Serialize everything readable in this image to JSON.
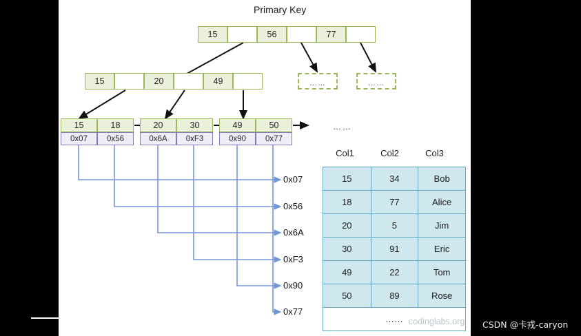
{
  "diagram": {
    "title": "Primary Key",
    "ellipsis": "……",
    "root_node": {
      "name": "root-node",
      "cells": [
        {
          "label": "15",
          "type": "key"
        },
        {
          "label": "",
          "type": "pointer"
        },
        {
          "label": "56",
          "type": "key"
        },
        {
          "label": "",
          "type": "pointer"
        },
        {
          "label": "77",
          "type": "key"
        },
        {
          "label": "",
          "type": "pointer"
        }
      ]
    },
    "internal_node": {
      "name": "internal-node",
      "cells": [
        {
          "label": "15",
          "type": "key"
        },
        {
          "label": "",
          "type": "pointer"
        },
        {
          "label": "20",
          "type": "key"
        },
        {
          "label": "",
          "type": "pointer"
        },
        {
          "label": "49",
          "type": "key"
        },
        {
          "label": "",
          "type": "pointer"
        }
      ]
    },
    "placeholder_nodes": [
      {
        "label": "……"
      },
      {
        "label": "……"
      }
    ],
    "leaf_nodes": [
      {
        "keys": [
          "15",
          "18"
        ],
        "pointers": [
          "0x07",
          "0x56"
        ]
      },
      {
        "keys": [
          "20",
          "30"
        ],
        "pointers": [
          "0x6A",
          "0xF3"
        ]
      },
      {
        "keys": [
          "49",
          "50"
        ],
        "pointers": [
          "0x90",
          "0x77"
        ]
      }
    ],
    "pointer_labels": [
      "0x07",
      "0x56",
      "0x6A",
      "0xF3",
      "0x90",
      "0x77"
    ],
    "colors": {
      "node_fill": "#eaf0da",
      "node_border": "#9ab95a",
      "pointer_fill": "#f1edf8",
      "pointer_border": "#8878be",
      "table_fill": "#cfe8ee",
      "table_border": "#5fa8bd",
      "link_line": "#7296d4",
      "arrow": "#111111",
      "canvas": "#ffffff",
      "backdrop": "#000000"
    }
  },
  "record_table": {
    "name": "record-table",
    "top_ellipsis": "……",
    "headers": [
      "Col1",
      "Col2",
      "Col3"
    ],
    "rows": [
      [
        "15",
        "34",
        "Bob"
      ],
      [
        "18",
        "77",
        "Alice"
      ],
      [
        "20",
        "5",
        "Jim"
      ],
      [
        "30",
        "91",
        "Eric"
      ],
      [
        "49",
        "22",
        "Tom"
      ],
      [
        "50",
        "89",
        "Rose"
      ]
    ],
    "footer_ellipsis": "……"
  },
  "watermarks": {
    "codinglabs": "codinglabs.org",
    "csdn": "CSDN @卡戎-caryon"
  }
}
